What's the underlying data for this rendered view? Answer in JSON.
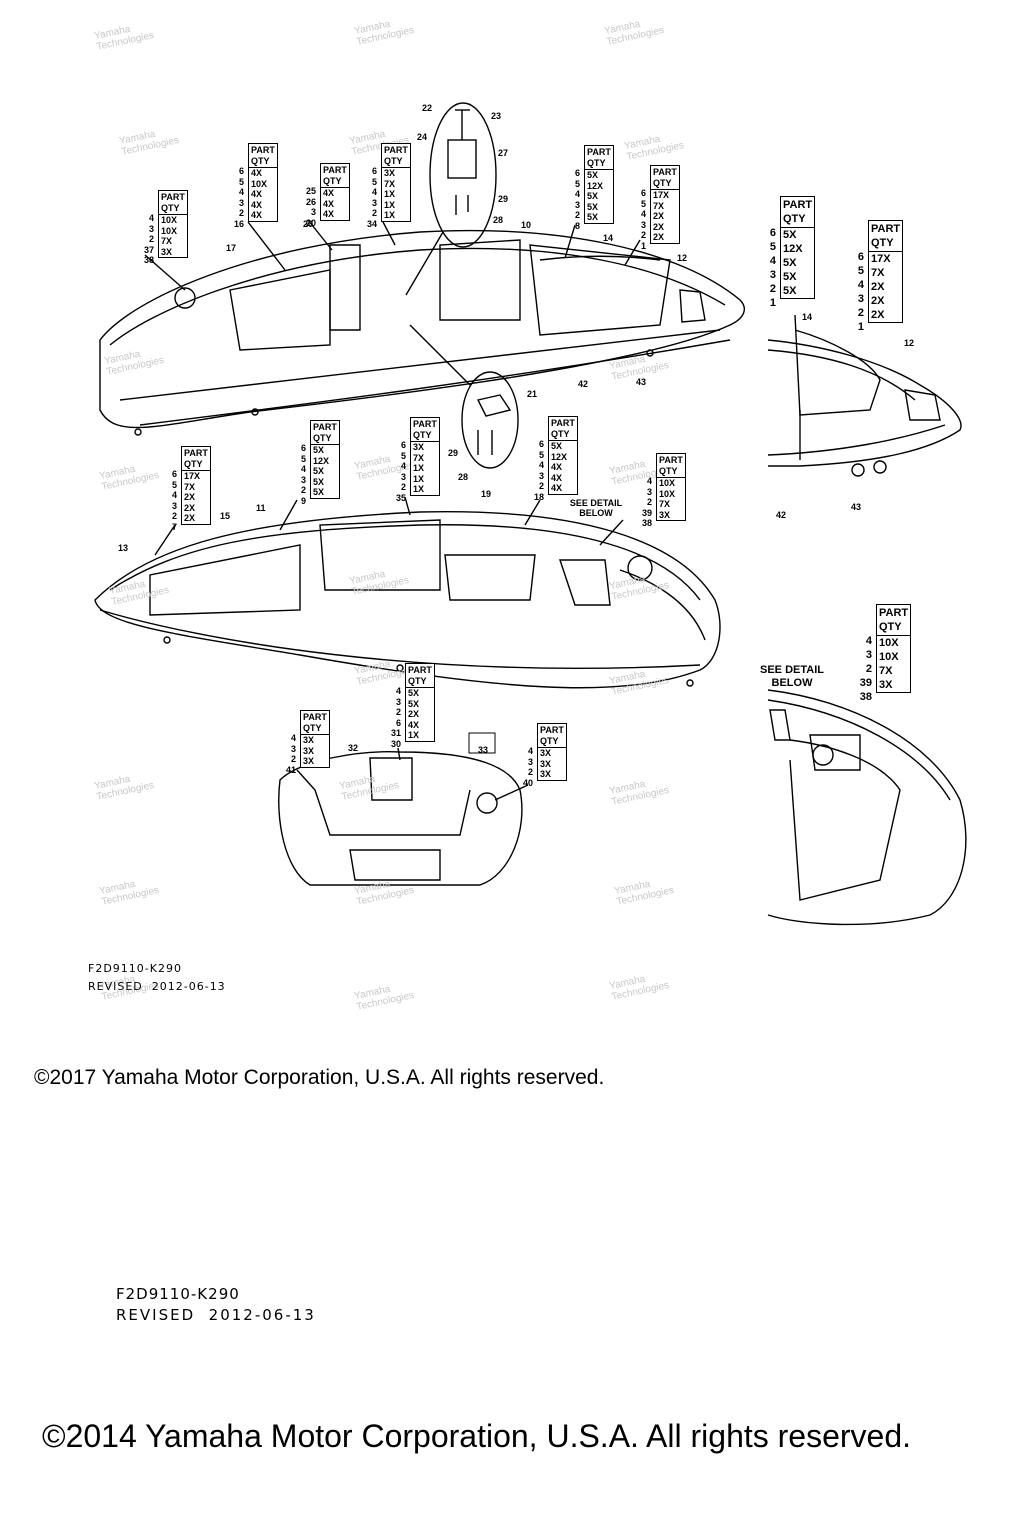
{
  "diagram": {
    "see_detail_label": "SEE DETAIL\nBELOW",
    "header": [
      "PART",
      "QTY"
    ],
    "tables": [
      {
        "id": "t1",
        "parts": [
          "4",
          "3",
          "2",
          "37",
          "38"
        ],
        "qtys": [
          "10X",
          "10X",
          "7X",
          "3X"
        ]
      },
      {
        "id": "t2",
        "parts": [
          "6",
          "5",
          "4",
          "3",
          "2",
          "16"
        ],
        "qtys": [
          "4X",
          "10X",
          "4X",
          "4X",
          "4X"
        ]
      },
      {
        "id": "t3",
        "parts": [
          "25",
          "26",
          "3",
          "20"
        ],
        "qtys": [
          "4X",
          "4X",
          "4X"
        ]
      },
      {
        "id": "t4",
        "parts": [
          "6",
          "5",
          "4",
          "3",
          "2",
          "34"
        ],
        "qtys": [
          "3X",
          "7X",
          "1X",
          "1X",
          "1X"
        ]
      },
      {
        "id": "t5",
        "parts": [
          "6",
          "5",
          "4",
          "3",
          "2",
          "8"
        ],
        "qtys": [
          "5X",
          "12X",
          "5X",
          "5X",
          "5X"
        ]
      },
      {
        "id": "t6",
        "parts": [
          "6",
          "5",
          "4",
          "3",
          "2",
          "1"
        ],
        "qtys": [
          "17X",
          "7X",
          "2X",
          "2X",
          "2X"
        ]
      },
      {
        "id": "t7",
        "parts": [
          "6",
          "5",
          "4",
          "3",
          "2",
          "7"
        ],
        "qtys": [
          "17X",
          "7X",
          "2X",
          "2X",
          "2X"
        ]
      },
      {
        "id": "t8",
        "parts": [
          "6",
          "5",
          "4",
          "3",
          "2",
          "9"
        ],
        "qtys": [
          "5X",
          "12X",
          "5X",
          "5X",
          "5X"
        ]
      },
      {
        "id": "t9",
        "parts": [
          "6",
          "5",
          "4",
          "3",
          "2",
          "35"
        ],
        "qtys": [
          "3X",
          "7X",
          "1X",
          "1X",
          "1X"
        ]
      },
      {
        "id": "t10",
        "parts": [
          "6",
          "5",
          "4",
          "3",
          "2",
          "18"
        ],
        "qtys": [
          "5X",
          "12X",
          "4X",
          "4X",
          "4X"
        ]
      },
      {
        "id": "t11",
        "parts": [
          "4",
          "3",
          "2",
          "39",
          "38"
        ],
        "qtys": [
          "10X",
          "10X",
          "7X",
          "3X"
        ]
      },
      {
        "id": "t12",
        "parts": [
          "4",
          "3",
          "2",
          "6",
          "31",
          "30"
        ],
        "qtys": [
          "5X",
          "5X",
          "2X",
          "4X",
          "1X"
        ]
      },
      {
        "id": "t13",
        "parts": [
          "4",
          "3",
          "2",
          "41"
        ],
        "qtys": [
          "3X",
          "3X",
          "3X"
        ]
      },
      {
        "id": "t14",
        "parts": [
          "4",
          "3",
          "2",
          "40"
        ],
        "qtys": [
          "3X",
          "3X",
          "3X"
        ]
      },
      {
        "id": "t15",
        "parts": [
          "6",
          "5",
          "4",
          "3",
          "2",
          "1"
        ],
        "qtys": [
          "5X",
          "12X",
          "5X",
          "5X",
          "5X"
        ]
      },
      {
        "id": "t16",
        "parts": [
          "6",
          "5",
          "4",
          "3",
          "2",
          "1"
        ],
        "qtys": [
          "17X",
          "7X",
          "2X",
          "2X",
          "2X"
        ]
      },
      {
        "id": "t17",
        "parts": [
          "4",
          "3",
          "2",
          "39",
          "38"
        ],
        "qtys": [
          "10X",
          "10X",
          "7X",
          "3X"
        ]
      }
    ],
    "callouts": [
      "22",
      "23",
      "24",
      "27",
      "29",
      "28",
      "21",
      "29",
      "28",
      "17",
      "20",
      "10",
      "14",
      "12",
      "42",
      "43",
      "15",
      "11",
      "13",
      "19",
      "33",
      "32",
      "14",
      "12",
      "42",
      "43"
    ]
  },
  "footer_small": {
    "code": "F2D9110-K290",
    "revised": "REVISED  2012-06-13",
    "copyright": "©2017 Yamaha Motor Corporation, U.S.A. All rights reserved."
  },
  "footer_large": {
    "code": "F2D9110-K290",
    "revised": "REVISED  2012-06-13",
    "copyright": "©2014 Yamaha Motor Corporation, U.S.A. All rights reserved."
  },
  "watermark": {
    "line1": "Yamaha",
    "line2": "Technologies"
  }
}
